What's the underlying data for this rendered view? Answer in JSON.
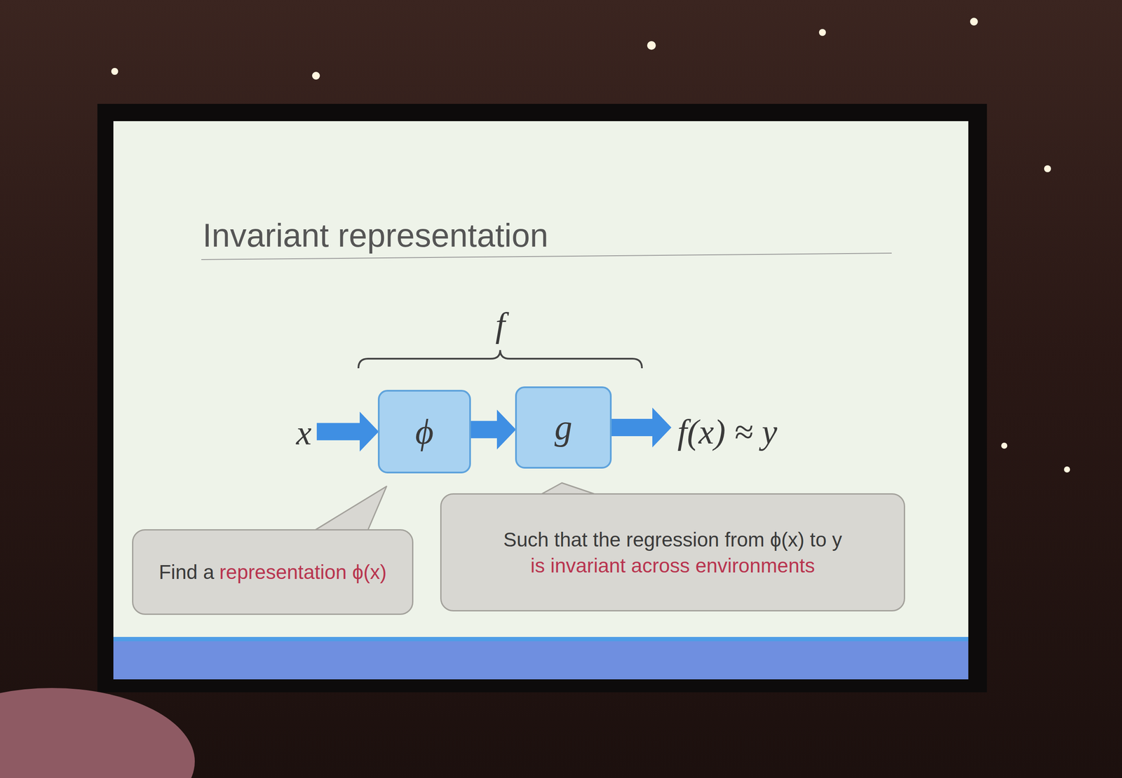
{
  "diagram": {
    "title": "Invariant representation",
    "nodes": [
      {
        "text": [
          "ϕ"
        ]
      },
      {
        "text": [
          "g"
        ]
      },
      {
        "text": [
          "Find a",
          "representation ϕ(x)"
        ]
      },
      {
        "text": [
          "Such that the regression from ϕ(x) to y",
          "is invariant across environments"
        ]
      }
    ],
    "edges": [
      {
        "from": 0,
        "to": 1,
        "arrow": "to"
      }
    ],
    "labels": [
      "f",
      "x",
      "f(x) ≈ y"
    ]
  }
}
